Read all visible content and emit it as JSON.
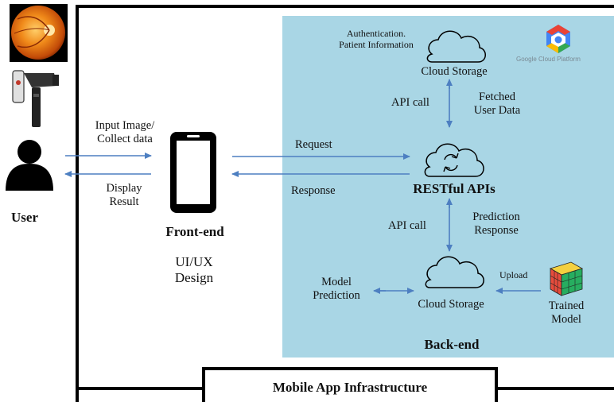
{
  "colors": {
    "backend_panel": "#a9d6e5",
    "arrow": "#4d7fc1",
    "outline": "#000000"
  },
  "left": {
    "user_label": "User"
  },
  "frontend": {
    "title": "Front-end",
    "design_line1": "UI/UX",
    "design_line2": "Design"
  },
  "user_flow": {
    "input_line1": "Input Image/",
    "input_line2": "Collect data",
    "display_line1": "Display",
    "display_line2": "Result"
  },
  "api_flow": {
    "request": "Request",
    "response": "Response"
  },
  "backend": {
    "title": "Back-end",
    "gcp_label": "Google Cloud Platform",
    "top_storage": {
      "note_line1": "Authentication.",
      "note_line2": "Patient Information",
      "label": "Cloud Storage"
    },
    "api_call_top": "API call",
    "fetched_line1": "Fetched",
    "fetched_line2": "User Data",
    "restful": "RESTful APIs",
    "api_call_bottom": "API call",
    "prediction_line1": "Prediction",
    "prediction_line2": "Response",
    "bottom_storage_label": "Cloud Storage",
    "model_pred_line1": "Model",
    "model_pred_line2": "Prediction",
    "upload": "Upload",
    "trained_line1": "Trained",
    "trained_line2": "Model"
  },
  "footer": {
    "title": "Mobile App Infrastructure"
  },
  "icons": [
    "retina-image",
    "ophthalmoscope-phone-icon",
    "user-icon",
    "smartphone-icon",
    "cloud-icon",
    "cloud-sync-icon",
    "gcp-logo-icon",
    "rubiks-cube-icon"
  ]
}
